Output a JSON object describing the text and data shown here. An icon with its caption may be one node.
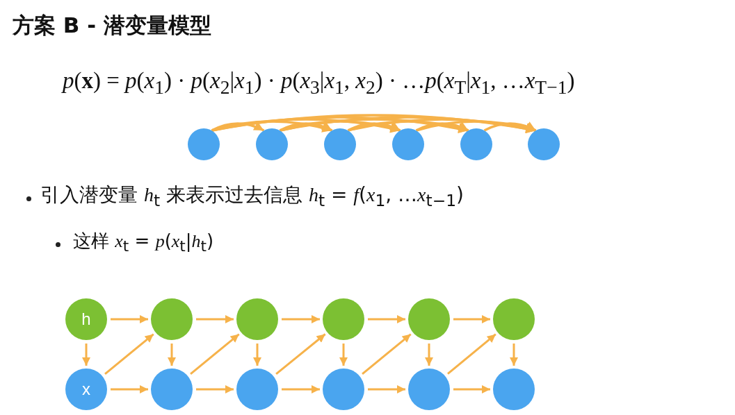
{
  "diagram": {
    "title": "方案 B - 潜变量模型",
    "nodes": [
      {
        "text": [],
        "shape": "circle"
      },
      {
        "text": [],
        "shape": "circle"
      },
      {
        "text": [],
        "shape": "circle"
      },
      {
        "text": [],
        "shape": "circle"
      },
      {
        "text": [],
        "shape": "circle"
      },
      {
        "text": [],
        "shape": "circle"
      },
      {
        "text": [
          "h"
        ]
      },
      {
        "text": [],
        "shape": "circle"
      },
      {
        "text": [],
        "shape": "circle"
      },
      {
        "text": [],
        "shape": "circle"
      },
      {
        "text": [],
        "shape": "circle"
      },
      {
        "text": [],
        "shape": "circle"
      },
      {
        "text": [
          "x"
        ]
      },
      {
        "text": [],
        "shape": "circle"
      },
      {
        "text": [],
        "shape": "circle"
      },
      {
        "text": [],
        "shape": "circle"
      },
      {
        "text": [],
        "shape": "circle"
      },
      {
        "text": [],
        "shape": "circle"
      }
    ],
    "edges": [
      {
        "from": 0,
        "to": 1,
        "arrow": "to"
      },
      {
        "from": 0,
        "to": 2,
        "arrow": "to"
      },
      {
        "from": 0,
        "to": 3,
        "arrow": "to"
      },
      {
        "from": 0,
        "to": 4,
        "arrow": "to"
      },
      {
        "from": 0,
        "to": 5,
        "arrow": "to"
      },
      {
        "from": 1,
        "to": 2,
        "arrow": "to"
      },
      {
        "from": 1,
        "to": 3,
        "arrow": "to"
      },
      {
        "from": 1,
        "to": 4,
        "arrow": "to"
      },
      {
        "from": 1,
        "to": 5,
        "arrow": "to"
      },
      {
        "from": 2,
        "to": 3,
        "arrow": "to"
      },
      {
        "from": 2,
        "to": 4,
        "arrow": "to"
      },
      {
        "from": 2,
        "to": 5,
        "arrow": "to"
      },
      {
        "from": 3,
        "to": 4,
        "arrow": "to"
      },
      {
        "from": 3,
        "to": 5,
        "arrow": "to"
      },
      {
        "from": 4,
        "to": 5,
        "arrow": "to"
      },
      {
        "from": 6,
        "to": 7,
        "arrow": "to"
      },
      {
        "from": 7,
        "to": 8,
        "arrow": "to"
      },
      {
        "from": 8,
        "to": 9,
        "arrow": "to"
      },
      {
        "from": 9,
        "to": 10,
        "arrow": "to"
      },
      {
        "from": 10,
        "to": 11,
        "arrow": "to"
      },
      {
        "from": 6,
        "to": 12,
        "arrow": "to"
      },
      {
        "from": 7,
        "to": 13,
        "arrow": "to"
      },
      {
        "from": 8,
        "to": 14,
        "arrow": "to"
      },
      {
        "from": 9,
        "to": 15,
        "arrow": "to"
      },
      {
        "from": 10,
        "to": 16,
        "arrow": "to"
      },
      {
        "from": 11,
        "to": 17,
        "arrow": "to"
      },
      {
        "from": 12,
        "to": 7,
        "arrow": "to"
      },
      {
        "from": 13,
        "to": 8,
        "arrow": "to"
      },
      {
        "from": 14,
        "to": 9,
        "arrow": "to"
      },
      {
        "from": 15,
        "to": 10,
        "arrow": "to"
      },
      {
        "from": 16,
        "to": 11,
        "arrow": "to"
      },
      {
        "from": 12,
        "to": 13,
        "arrow": "to"
      },
      {
        "from": 13,
        "to": 14,
        "arrow": "to"
      },
      {
        "from": 14,
        "to": 15,
        "arrow": "to"
      },
      {
        "from": 15,
        "to": 16,
        "arrow": "to"
      },
      {
        "from": 16,
        "to": 17,
        "arrow": "to"
      }
    ],
    "labels": [
      "*p*(**x**) = *p*(*x*$_{1}$) · *p*(*x*$_{2}$|*x*$_{1}$) · *p*(*x*$_{3}$|*x*$_{1}$, *x*$_{2}$) · …*p*(*x*$_{T}$|*x*$_{1}$, …*x*$_{T−1}$)",
      "引入潜变量 *h*$_{t}$ 来表示过去信息 *h*$_{t}$ = *f*(*x*$_{1}$, …*x*$_{t−1}$)",
      "这样 *x*$_{t}$ = *p*(*x*$_{t}$|*h*$_{t}$)"
    ]
  }
}
